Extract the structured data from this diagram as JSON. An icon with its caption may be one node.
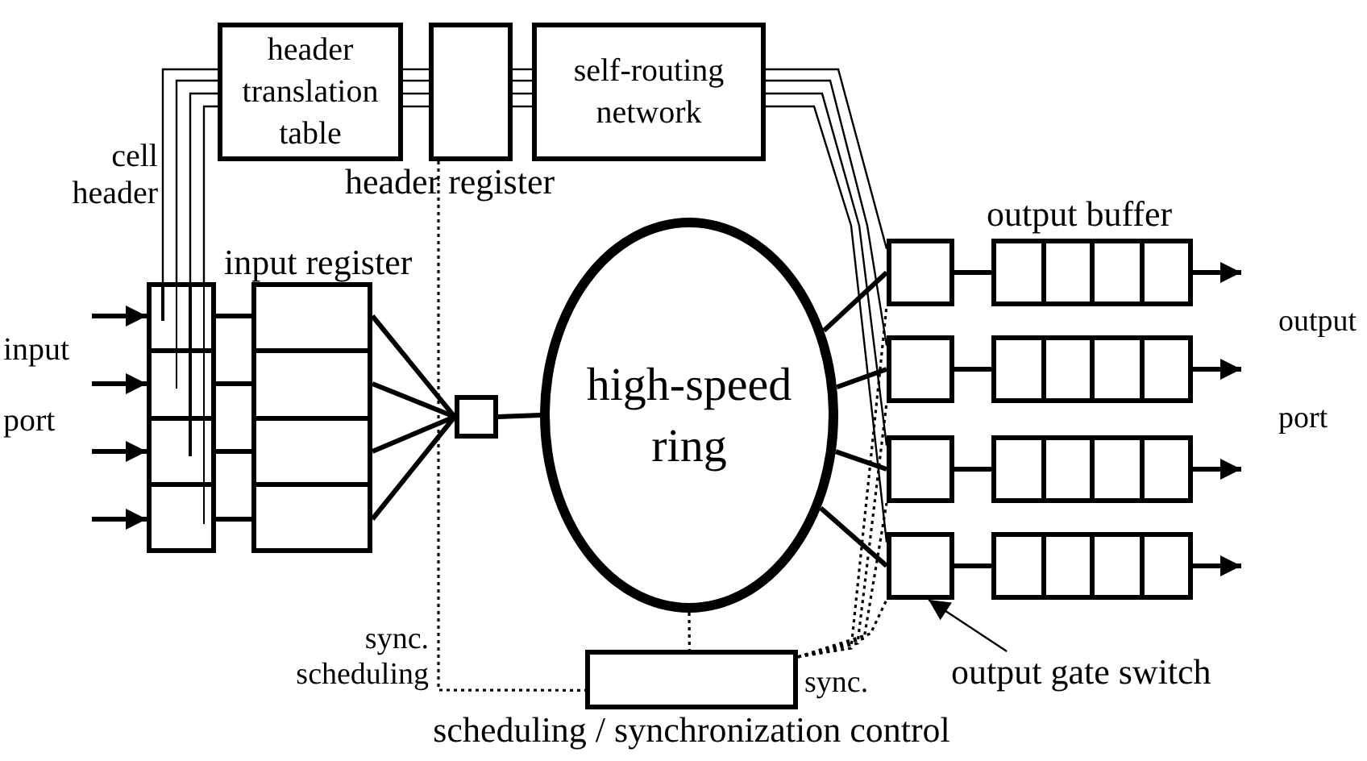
{
  "diagram": {
    "nodes": [
      {
        "text": [
          "header translation table"
        ]
      },
      {
        "text": [
          "header register"
        ]
      },
      {
        "text": [
          "self-routing network"
        ]
      },
      {
        "text": [],
        "shape": "box"
      },
      {
        "text": [
          "input register"
        ]
      },
      {
        "text": [],
        "shape": "box"
      },
      {
        "text": [
          "high-speed ring"
        ]
      },
      {
        "text": [],
        "shape": "box"
      },
      {
        "text": [],
        "shape": "box"
      },
      {
        "text": [],
        "shape": "box"
      },
      {
        "text": [],
        "shape": "box"
      },
      {
        "text": [],
        "shape": "box"
      },
      {
        "text": [],
        "shape": "box"
      },
      {
        "text": [],
        "shape": "box"
      },
      {
        "text": [],
        "shape": "box"
      },
      {
        "text": [
          "scheduling / synchronization control"
        ]
      },
      {
        "text": [
          "output gate switch"
        ]
      }
    ],
    "edges": [
      {
        "from": 3,
        "to": 0,
        "arrow": "none"
      },
      {
        "from": 3,
        "to": 0,
        "arrow": "none"
      },
      {
        "from": 3,
        "to": 0,
        "arrow": "none"
      },
      {
        "from": 3,
        "to": 0,
        "arrow": "none"
      },
      {
        "from": 0,
        "to": 1,
        "arrow": "none"
      },
      {
        "from": 0,
        "to": 1,
        "arrow": "none"
      },
      {
        "from": 0,
        "to": 1,
        "arrow": "none"
      },
      {
        "from": 0,
        "to": 1,
        "arrow": "none"
      },
      {
        "from": 1,
        "to": 2,
        "arrow": "none"
      },
      {
        "from": 1,
        "to": 2,
        "arrow": "none"
      },
      {
        "from": 1,
        "to": 2,
        "arrow": "none"
      },
      {
        "from": 1,
        "to": 2,
        "arrow": "none"
      },
      {
        "from": 2,
        "to": 7,
        "arrow": "none"
      },
      {
        "from": 2,
        "to": 8,
        "arrow": "none"
      },
      {
        "from": 2,
        "to": 9,
        "arrow": "none"
      },
      {
        "from": 2,
        "to": 10,
        "arrow": "none"
      },
      {
        "from": null,
        "to": 3,
        "arrow": "to"
      },
      {
        "from": null,
        "to": 3,
        "arrow": "to"
      },
      {
        "from": null,
        "to": 3,
        "arrow": "to"
      },
      {
        "from": null,
        "to": 3,
        "arrow": "to"
      },
      {
        "from": 3,
        "to": 4,
        "arrow": "none"
      },
      {
        "from": 3,
        "to": 4,
        "arrow": "none"
      },
      {
        "from": 3,
        "to": 4,
        "arrow": "none"
      },
      {
        "from": 3,
        "to": 4,
        "arrow": "none"
      },
      {
        "from": 4,
        "to": 5,
        "arrow": "none"
      },
      {
        "from": 4,
        "to": 5,
        "arrow": "none"
      },
      {
        "from": 4,
        "to": 5,
        "arrow": "none"
      },
      {
        "from": 4,
        "to": 5,
        "arrow": "none"
      },
      {
        "from": 5,
        "to": 6,
        "arrow": "none"
      },
      {
        "from": 6,
        "to": 7,
        "arrow": "none"
      },
      {
        "from": 6,
        "to": 8,
        "arrow": "none"
      },
      {
        "from": 6,
        "to": 9,
        "arrow": "none"
      },
      {
        "from": 6,
        "to": 10,
        "arrow": "none"
      },
      {
        "from": 7,
        "to": 11,
        "arrow": "none"
      },
      {
        "from": 8,
        "to": 12,
        "arrow": "none"
      },
      {
        "from": 9,
        "to": 13,
        "arrow": "none"
      },
      {
        "from": 10,
        "to": 14,
        "arrow": "none"
      },
      {
        "from": 11,
        "to": null,
        "arrow": "to"
      },
      {
        "from": 12,
        "to": null,
        "arrow": "to"
      },
      {
        "from": 13,
        "to": null,
        "arrow": "to"
      },
      {
        "from": 14,
        "to": null,
        "arrow": "to"
      },
      {
        "from": 1,
        "to": 15,
        "arrow": "none",
        "style": "dashed"
      },
      {
        "from": 6,
        "to": 15,
        "arrow": "none",
        "style": "dashed"
      },
      {
        "from": 15,
        "to": 7,
        "arrow": "none",
        "style": "dashed"
      },
      {
        "from": 15,
        "to": 8,
        "arrow": "none",
        "style": "dashed"
      },
      {
        "from": 15,
        "to": 9,
        "arrow": "none",
        "style": "dashed"
      },
      {
        "from": 15,
        "to": 10,
        "arrow": "none",
        "style": "dashed"
      },
      {
        "from": 16,
        "to": 10,
        "arrow": "to"
      }
    ],
    "labels": [
      "cell header",
      "input port",
      "output buffer",
      "output port",
      "sync. scheduling",
      "sync."
    ]
  }
}
